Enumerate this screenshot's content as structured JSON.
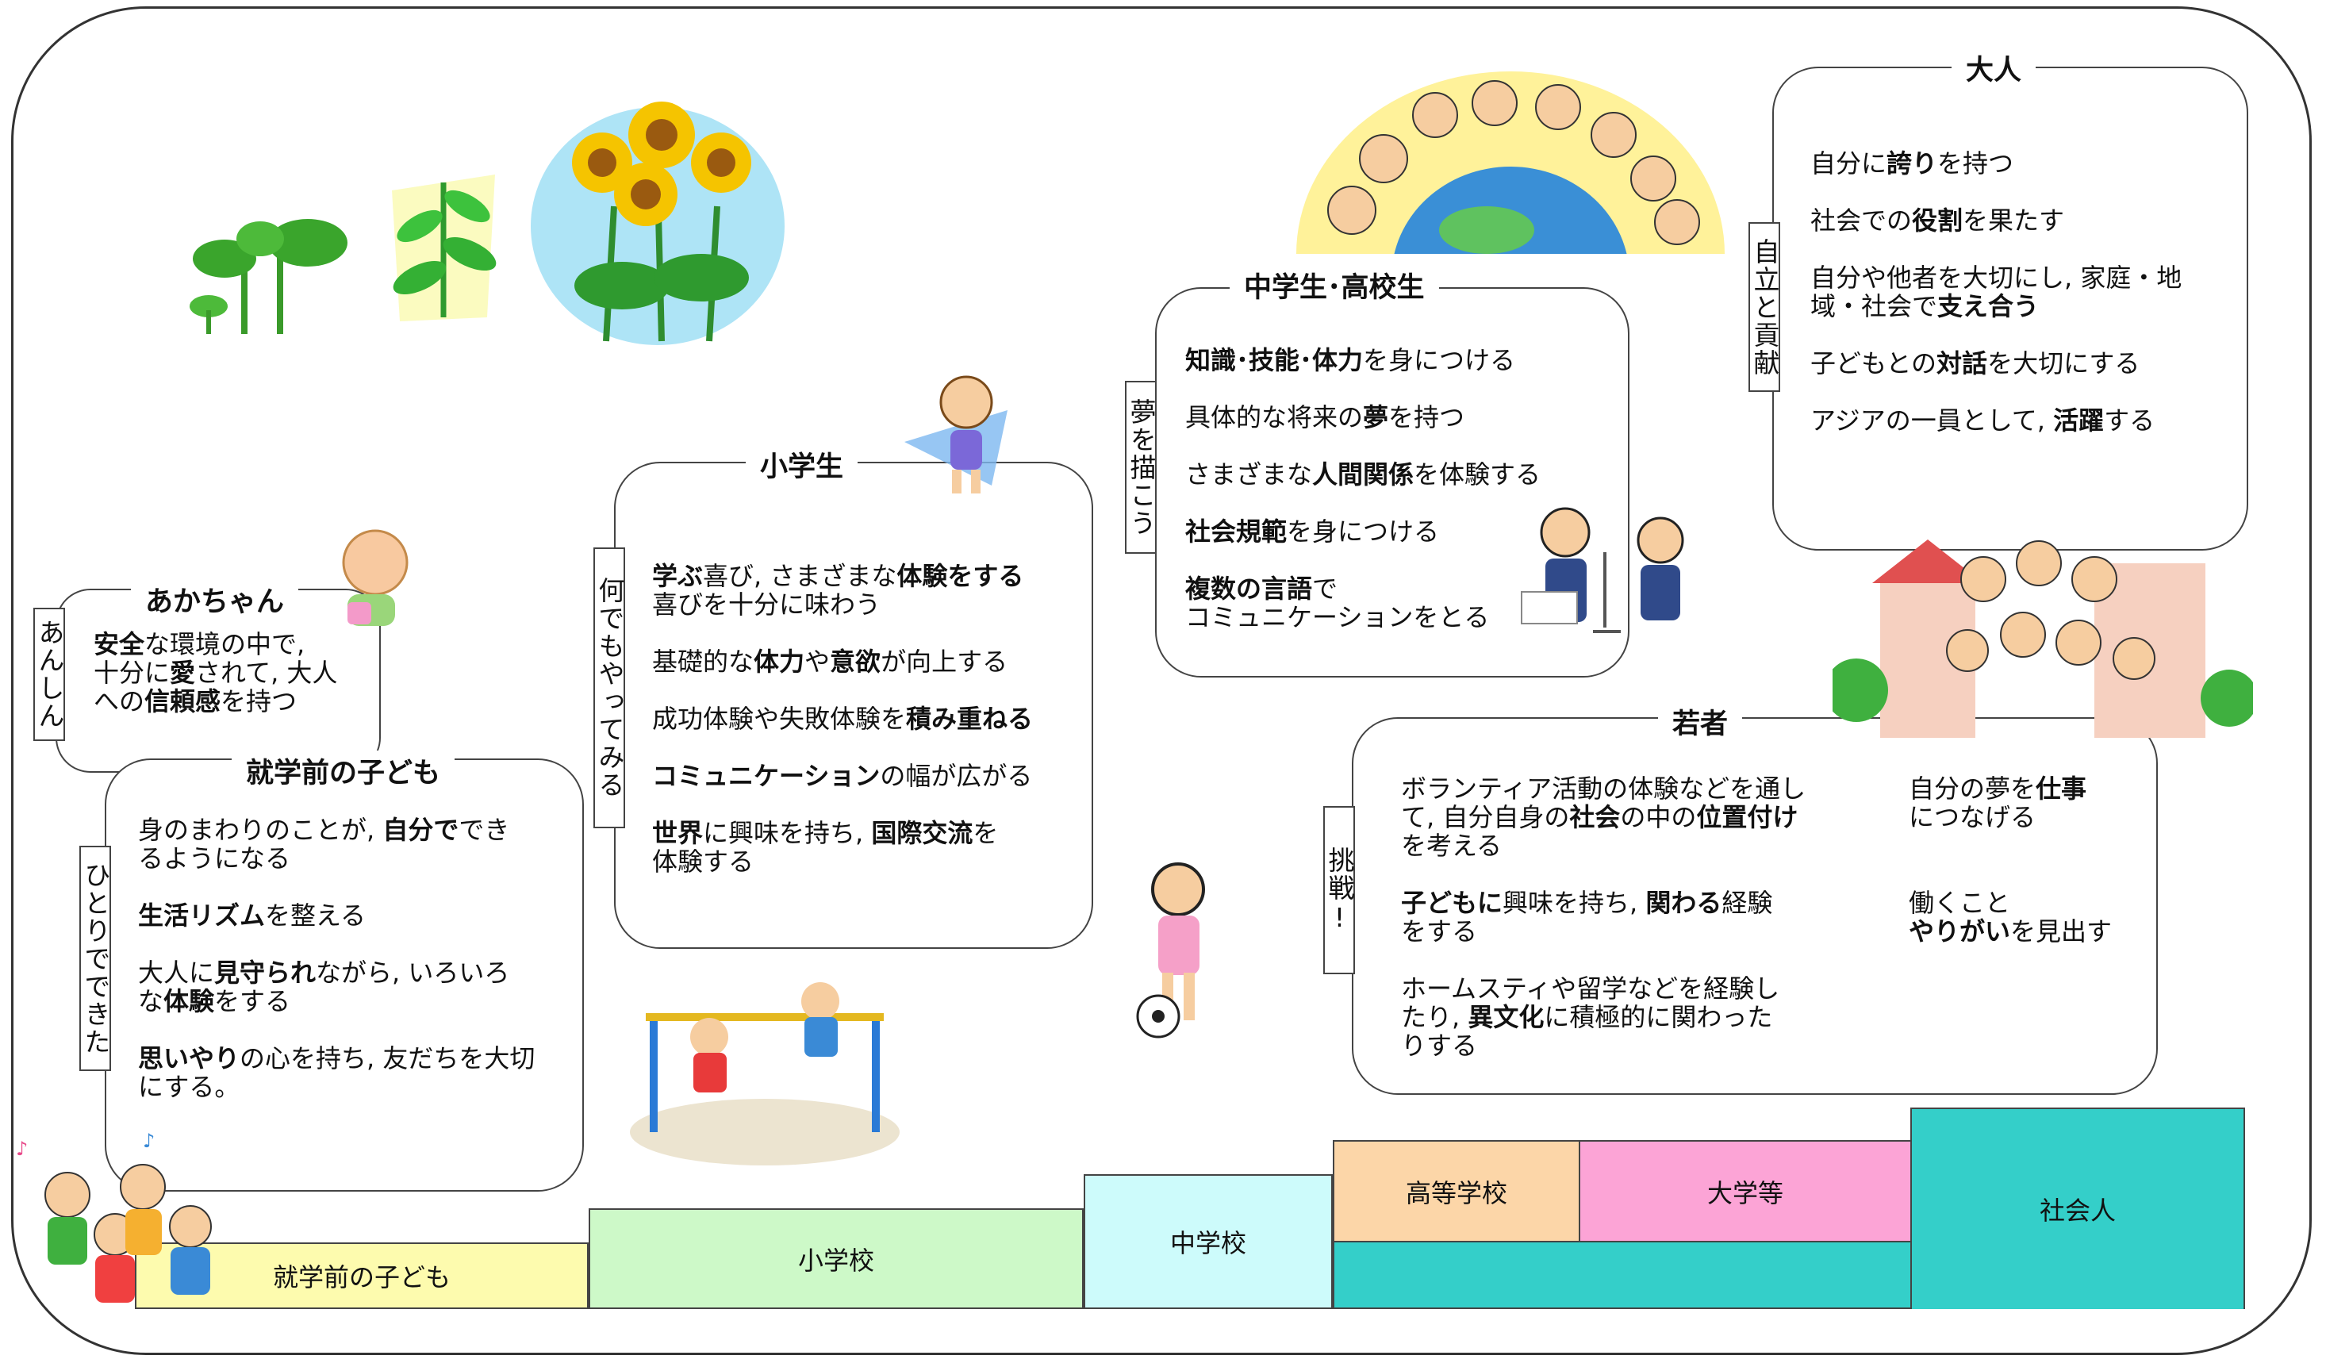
{
  "stages": {
    "baby": {
      "title": "あかちゃん",
      "side": "あんしん",
      "lines": [
        [
          {
            "b": true,
            "t": "安全"
          },
          {
            "b": false,
            "t": "な環境の中で,"
          }
        ],
        [
          {
            "b": false,
            "t": "十分に"
          },
          {
            "b": true,
            "t": "愛"
          },
          {
            "b": false,
            "t": "されて, 大人"
          }
        ],
        [
          {
            "b": false,
            "t": "への"
          },
          {
            "b": true,
            "t": "信頼感"
          },
          {
            "b": false,
            "t": "を持つ"
          }
        ]
      ]
    },
    "preschool": {
      "title": "就学前の子ども",
      "side": "ひとりでできた",
      "lines": [
        [
          {
            "b": false,
            "t": "身のまわりのことが, "
          },
          {
            "b": true,
            "t": "自分で"
          },
          {
            "b": false,
            "t": "でき"
          }
        ],
        [
          {
            "b": false,
            "t": "るようになる"
          }
        ],
        [],
        [
          {
            "b": true,
            "t": "生活リズム"
          },
          {
            "b": false,
            "t": "を整える"
          }
        ],
        [],
        [
          {
            "b": false,
            "t": "大人に"
          },
          {
            "b": true,
            "t": "見守られ"
          },
          {
            "b": false,
            "t": "ながら, いろいろ"
          }
        ],
        [
          {
            "b": false,
            "t": "な"
          },
          {
            "b": true,
            "t": "体験"
          },
          {
            "b": false,
            "t": "をする"
          }
        ],
        [],
        [
          {
            "b": true,
            "t": "思いやり"
          },
          {
            "b": false,
            "t": "の心を持ち, 友だちを大切"
          }
        ],
        [
          {
            "b": false,
            "t": "にする。"
          }
        ]
      ]
    },
    "elementary": {
      "title": "小学生",
      "side": "何でもやってみる",
      "lines": [
        [
          {
            "b": true,
            "t": "学ぶ"
          },
          {
            "b": false,
            "t": "喜び, さまざまな"
          },
          {
            "b": true,
            "t": "体験をする"
          }
        ],
        [
          {
            "b": false,
            "t": "喜びを十分に味わう"
          }
        ],
        [],
        [
          {
            "b": false,
            "t": "基礎的な"
          },
          {
            "b": true,
            "t": "体力"
          },
          {
            "b": false,
            "t": "や"
          },
          {
            "b": true,
            "t": "意欲"
          },
          {
            "b": false,
            "t": "が向上する"
          }
        ],
        [],
        [
          {
            "b": false,
            "t": "成功体験や失敗体験を"
          },
          {
            "b": true,
            "t": "積み重ねる"
          }
        ],
        [],
        [
          {
            "b": true,
            "t": "コミュニケーション"
          },
          {
            "b": false,
            "t": "の幅が広がる"
          }
        ],
        [],
        [
          {
            "b": true,
            "t": "世界"
          },
          {
            "b": false,
            "t": "に興味を持ち, "
          },
          {
            "b": true,
            "t": "国際交流"
          },
          {
            "b": false,
            "t": "を"
          }
        ],
        [
          {
            "b": false,
            "t": "体験する"
          }
        ]
      ]
    },
    "juniorhigh": {
      "title": "中学生･高校生",
      "side": "夢を描こう",
      "lines": [
        [
          {
            "b": true,
            "t": "知識･技能･体力"
          },
          {
            "b": false,
            "t": "を身につける"
          }
        ],
        [],
        [
          {
            "b": false,
            "t": "具体的な将来の"
          },
          {
            "b": true,
            "t": "夢"
          },
          {
            "b": false,
            "t": "を持つ"
          }
        ],
        [],
        [
          {
            "b": false,
            "t": "さまざまな"
          },
          {
            "b": true,
            "t": "人間関係"
          },
          {
            "b": false,
            "t": "を体験する"
          }
        ],
        [],
        [
          {
            "b": true,
            "t": "社会規範"
          },
          {
            "b": false,
            "t": "を身につける"
          }
        ],
        [],
        [
          {
            "b": true,
            "t": "複数の言語"
          },
          {
            "b": false,
            "t": "で"
          }
        ],
        [
          {
            "b": false,
            "t": "コミュニケーションをとる"
          }
        ]
      ]
    },
    "youth": {
      "title": "若者",
      "side": "挑戦!",
      "lines_left": [
        [
          {
            "b": false,
            "t": "ボランティア活動の体験などを通し"
          }
        ],
        [
          {
            "b": false,
            "t": "て, 自分自身の"
          },
          {
            "b": true,
            "t": "社会"
          },
          {
            "b": false,
            "t": "の中の"
          },
          {
            "b": true,
            "t": "位置付け"
          }
        ],
        [
          {
            "b": false,
            "t": "を考える"
          }
        ],
        [],
        [
          {
            "b": true,
            "t": "子どもに"
          },
          {
            "b": false,
            "t": "興味を持ち, "
          },
          {
            "b": true,
            "t": "関わる"
          },
          {
            "b": false,
            "t": "経験"
          }
        ],
        [
          {
            "b": false,
            "t": "をする"
          }
        ],
        [],
        [
          {
            "b": false,
            "t": "ホームスティや留学などを経験し"
          }
        ],
        [
          {
            "b": false,
            "t": "たり, "
          },
          {
            "b": true,
            "t": "異文化"
          },
          {
            "b": false,
            "t": "に積極的に関わった"
          }
        ],
        [
          {
            "b": false,
            "t": "りする"
          }
        ]
      ],
      "lines_right": [
        [
          {
            "b": false,
            "t": "自分の夢を"
          },
          {
            "b": true,
            "t": "仕事"
          }
        ],
        [
          {
            "b": false,
            "t": "につなげる"
          }
        ],
        [],
        [],
        [
          {
            "b": false,
            "t": "働くこと"
          }
        ],
        [
          {
            "b": true,
            "t": "やりがい"
          },
          {
            "b": false,
            "t": "を見出す"
          }
        ]
      ]
    },
    "adult": {
      "title": "大人",
      "side": "自立と貢献",
      "lines": [
        [
          {
            "b": false,
            "t": "自分に"
          },
          {
            "b": true,
            "t": "誇り"
          },
          {
            "b": false,
            "t": "を持つ"
          }
        ],
        [],
        [
          {
            "b": false,
            "t": "社会での"
          },
          {
            "b": true,
            "t": "役割"
          },
          {
            "b": false,
            "t": "を果たす"
          }
        ],
        [],
        [
          {
            "b": false,
            "t": "自分や他者を大切にし, 家庭・地"
          }
        ],
        [
          {
            "b": false,
            "t": "域・社会で"
          },
          {
            "b": true,
            "t": "支え合う"
          }
        ],
        [],
        [
          {
            "b": false,
            "t": "子どもとの"
          },
          {
            "b": true,
            "t": "対話"
          },
          {
            "b": false,
            "t": "を大切にする"
          }
        ],
        [],
        [
          {
            "b": false,
            "t": "アジアの一員として, "
          },
          {
            "b": true,
            "t": "活躍"
          },
          {
            "b": false,
            "t": "する"
          }
        ]
      ]
    }
  },
  "staircase": {
    "preschool": "就学前の子ども",
    "elementary": "小学校",
    "juniorhigh": "中学校",
    "highschool": "高等学校",
    "university": "大学等",
    "society": "社会人"
  },
  "colors": {
    "preschool": "#fdfbae",
    "elementary": "#cdf9c8",
    "juniorhigh": "#cdfbfb",
    "highschool": "#fcd6a8",
    "university": "#fca4d6",
    "society": "#34cfc9"
  },
  "icons": [
    "sprout-icon",
    "seedling-icon",
    "sunflower-icon",
    "globe-children-icon",
    "baby-icon",
    "boy-triangle-icon",
    "students-lab-icon",
    "girl-soccer-icon",
    "kids-bar-icon",
    "community-icon",
    "running-kids-icon"
  ]
}
